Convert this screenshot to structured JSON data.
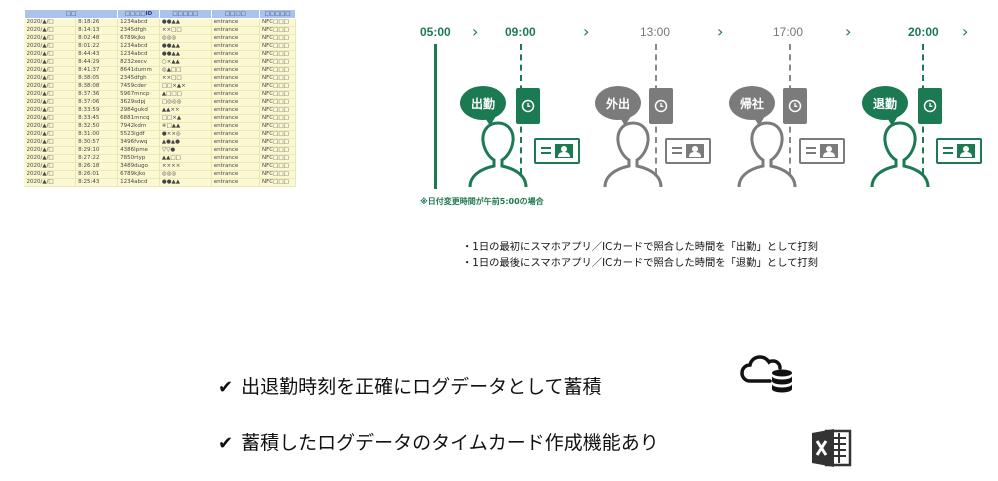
{
  "log_table": {
    "headers": [
      "□□",
      "□□□□ID",
      "□□□□□",
      "□□□□",
      "□□□□□"
    ],
    "rows": [
      [
        "2020/▲/□",
        "8:18:26",
        "1234abcd",
        "●●▲▲",
        "entrance",
        "NFC□□□"
      ],
      [
        "2020/▲/□",
        "8:14:13",
        "2345dfgh",
        "××□□",
        "entrance",
        "NFC□□□"
      ],
      [
        "2020/▲/□",
        "8:02:48",
        "6789kjko",
        "◎◎◎",
        "entrance",
        "NFC□□□"
      ],
      [
        "2020/▲/□",
        "8:01:22",
        "1234abcd",
        "●●▲▲",
        "entrance",
        "NFC□□□"
      ],
      [
        "2020/▲/□",
        "8:44:43",
        "1234abcd",
        "●●▲▲",
        "entrance",
        "NFC□□□"
      ],
      [
        "2020/▲/□",
        "8:44:29",
        "8232xecv",
        "○×▲▲",
        "entrance",
        "NFC□□□"
      ],
      [
        "2020/▲/□",
        "8:41:37",
        "8641dumm",
        "◎▲□□",
        "entrance",
        "NFC□□□"
      ],
      [
        "2020/▲/□",
        "8:38:05",
        "2345dfgh",
        "××□□",
        "entrance",
        "NFC□□□"
      ],
      [
        "2020/▲/□",
        "8:38:08",
        "7459cder",
        "□□×▲×",
        "entrance",
        "NFC□□□"
      ],
      [
        "2020/▲/□",
        "8:37:36",
        "5967mncp",
        "▲□□□",
        "entrance",
        "NFC□□□"
      ],
      [
        "2020/▲/□",
        "8:37:06",
        "3629sdpj",
        "□◎◎◎",
        "entrance",
        "NFC□□□"
      ],
      [
        "2020/▲/□",
        "8:33:59",
        "2984gukd",
        "▲▲××",
        "entrance",
        "NFC□□□"
      ],
      [
        "2020/▲/□",
        "8:33:45",
        "6881mncq",
        "□□×▲",
        "entrance",
        "NFC□□□"
      ],
      [
        "2020/▲/□",
        "8:32:50",
        "7942kdrn",
        "※□▲▲",
        "entrance",
        "NFC□□□"
      ],
      [
        "2020/▲/□",
        "8:31:00",
        "5523igdf",
        "●××◎",
        "entrance",
        "NFC□□□"
      ],
      [
        "2020/▲/□",
        "8:30:57",
        "3496fvwq",
        "▲●▲●",
        "entrance",
        "NFC□□□"
      ],
      [
        "2020/▲/□",
        "8:29:10",
        "4386lpme",
        "▽▽●",
        "entrance",
        "NFC□□□"
      ],
      [
        "2020/▲/□",
        "8:27:22",
        "7850rtyp",
        "▲▲□□",
        "entrance",
        "NFC□□□"
      ],
      [
        "2020/▲/□",
        "8:26:18",
        "3489dugo",
        "××××",
        "entrance",
        "NFC□□□"
      ],
      [
        "2020/▲/□",
        "8:26:01",
        "6789kjko",
        "◎◎◎",
        "entrance",
        "NFC□□□"
      ],
      [
        "2020/▲/□",
        "8:25:43",
        "1234abcd",
        "●●▲▲",
        "entrance",
        "NFC□□□"
      ]
    ]
  },
  "timeline": {
    "times": [
      "05:00",
      "09:00",
      "13:00",
      "17:00",
      "20:00"
    ],
    "events": [
      "出勤",
      "外出",
      "帰社",
      "退勤"
    ],
    "note": "※日付変更時間が午前5:00の場合",
    "colors": {
      "green": "#1c7a52",
      "gray": "#7b7b7b"
    }
  },
  "description": [
    "・1日の最初にスマホアプリ／ICカードで照合した時間を「出勤」として打刻",
    "・1日の最後にスマホアプリ／ICカードで照合した時間を「退勤」として打刻"
  ],
  "features": [
    "出退勤時刻を正確にログデータとして蓄積",
    "蓄積したログデータのタイムカード作成機能あり"
  ],
  "icons": {
    "feature1": "cloud-database-icon",
    "feature2": "excel-icon"
  }
}
